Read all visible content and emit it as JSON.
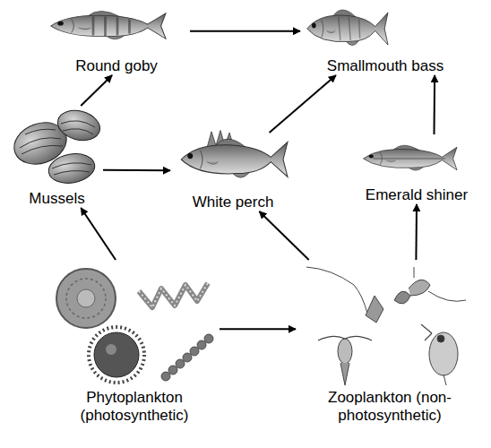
{
  "diagram": {
    "nodes": [
      {
        "text": [
          "Round goby"
        ]
      },
      {
        "text": [
          "Smallmouth bass"
        ]
      },
      {
        "text": [
          "Mussels"
        ]
      },
      {
        "text": [
          "White perch"
        ]
      },
      {
        "text": [
          "Emerald shiner"
        ]
      },
      {
        "text": [
          "Phytoplankton (photosynthetic)"
        ]
      },
      {
        "text": [
          "Zooplankton (non-photosynthetic)"
        ]
      }
    ],
    "edges": [
      {
        "from": 0,
        "to": 1,
        "arrow": "to"
      },
      {
        "from": 2,
        "to": 0,
        "arrow": "to"
      },
      {
        "from": 2,
        "to": 3,
        "arrow": "to"
      },
      {
        "from": 3,
        "to": 1,
        "arrow": "to"
      },
      {
        "from": 4,
        "to": 1,
        "arrow": "to"
      },
      {
        "from": 5,
        "to": 2,
        "arrow": "to"
      },
      {
        "from": 5,
        "to": 6,
        "arrow": "to"
      },
      {
        "from": 6,
        "to": 3,
        "arrow": "to"
      },
      {
        "from": 6,
        "to": 4,
        "arrow": "to"
      }
    ]
  }
}
